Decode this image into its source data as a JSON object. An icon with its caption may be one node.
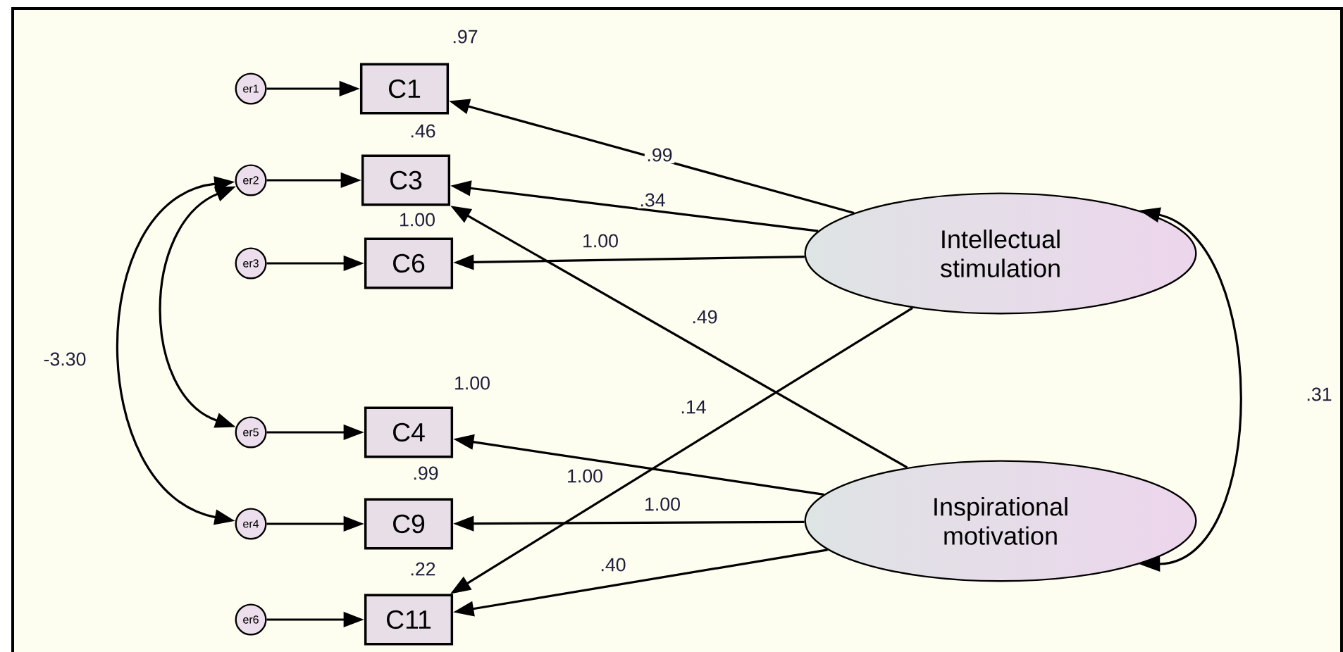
{
  "diagram": {
    "nodes": [
      {
        "text": [
          "er1"
        ]
      },
      {
        "text": [
          "er2"
        ]
      },
      {
        "text": [
          "er3"
        ]
      },
      {
        "text": [
          "er5"
        ]
      },
      {
        "text": [
          "er4"
        ]
      },
      {
        "text": [
          "er6"
        ]
      },
      {
        "text": [
          "C1"
        ],
        "beside": [
          ".97"
        ]
      },
      {
        "text": [
          "C3"
        ],
        "beside": [
          ".46"
        ]
      },
      {
        "text": [
          "C6"
        ],
        "beside": [
          "1.00"
        ]
      },
      {
        "text": [
          "C4"
        ],
        "beside": [
          "1.00"
        ]
      },
      {
        "text": [
          "C9"
        ],
        "beside": [
          ".99"
        ]
      },
      {
        "text": [
          "C11"
        ],
        "beside": [
          ".22"
        ]
      },
      {
        "text": [
          "Intellectual stimulation"
        ]
      },
      {
        "text": [
          "Inspirational motivation"
        ]
      }
    ],
    "edges": [
      {
        "from": 0,
        "to": 6,
        "arrow": "to"
      },
      {
        "from": 1,
        "to": 7,
        "arrow": "to"
      },
      {
        "from": 2,
        "to": 8,
        "arrow": "to"
      },
      {
        "from": 3,
        "to": 9,
        "arrow": "to"
      },
      {
        "from": 4,
        "to": 10,
        "arrow": "to"
      },
      {
        "from": 5,
        "to": 11,
        "arrow": "to"
      },
      {
        "from": 12,
        "to": 6,
        "arrow": "to",
        "label": ".99"
      },
      {
        "from": 12,
        "to": 7,
        "arrow": "to",
        "label": ".34"
      },
      {
        "from": 12,
        "to": 8,
        "arrow": "to",
        "label": "1.00"
      },
      {
        "from": 12,
        "to": 11,
        "arrow": "to",
        "label": ".14"
      },
      {
        "from": 13,
        "to": 7,
        "arrow": "to",
        "label": ".49"
      },
      {
        "from": 13,
        "to": 9,
        "arrow": "to",
        "label": "1.00"
      },
      {
        "from": 13,
        "to": 10,
        "arrow": "to",
        "label": "1.00"
      },
      {
        "from": 13,
        "to": 11,
        "arrow": "to",
        "label": ".40"
      },
      {
        "from": 1,
        "to": 3,
        "arrow": "both"
      },
      {
        "from": 1,
        "to": 4,
        "arrow": "both",
        "label": "-3.30"
      },
      {
        "from": 12,
        "to": 13,
        "arrow": "both",
        "label": ".31"
      }
    ]
  }
}
